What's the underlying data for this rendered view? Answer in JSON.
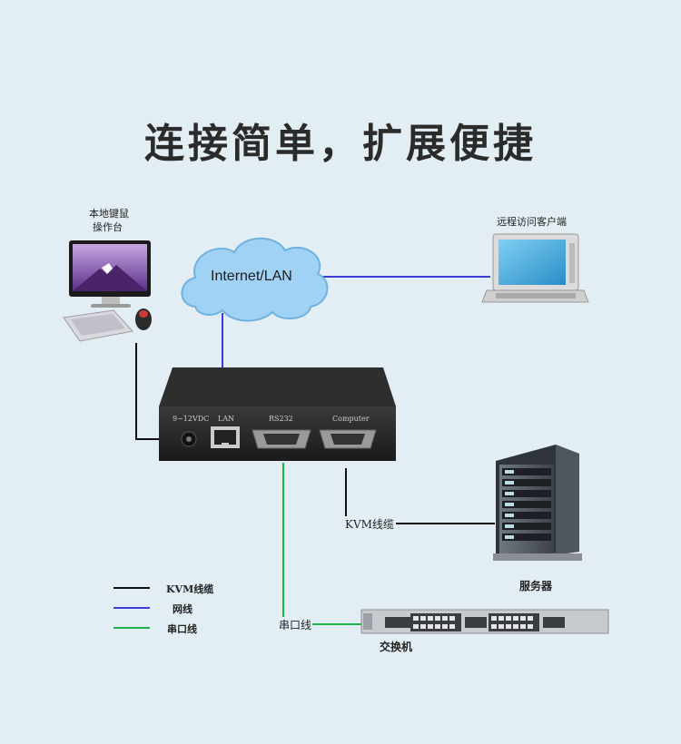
{
  "title": "连接简单，扩展便捷",
  "cloud_label": "Internet/LAN",
  "local_console": {
    "line1": "本地键鼠",
    "line2": "操作台"
  },
  "remote_client": "远程访问客户端",
  "device_ports": {
    "power": "9~12VDC",
    "lan": "LAN",
    "rs232": "RS232",
    "computer": "Computer"
  },
  "kvm_cable_label": "KVM线缆",
  "serial_cable_label": "串口线",
  "server_label": "服务器",
  "switch_label": "交换机",
  "legend": [
    {
      "label": "KVM线缆",
      "color": "#111111"
    },
    {
      "label": "网线",
      "color": "#3b3bd6"
    },
    {
      "label": "串口线",
      "color": "#1eb04a"
    }
  ]
}
